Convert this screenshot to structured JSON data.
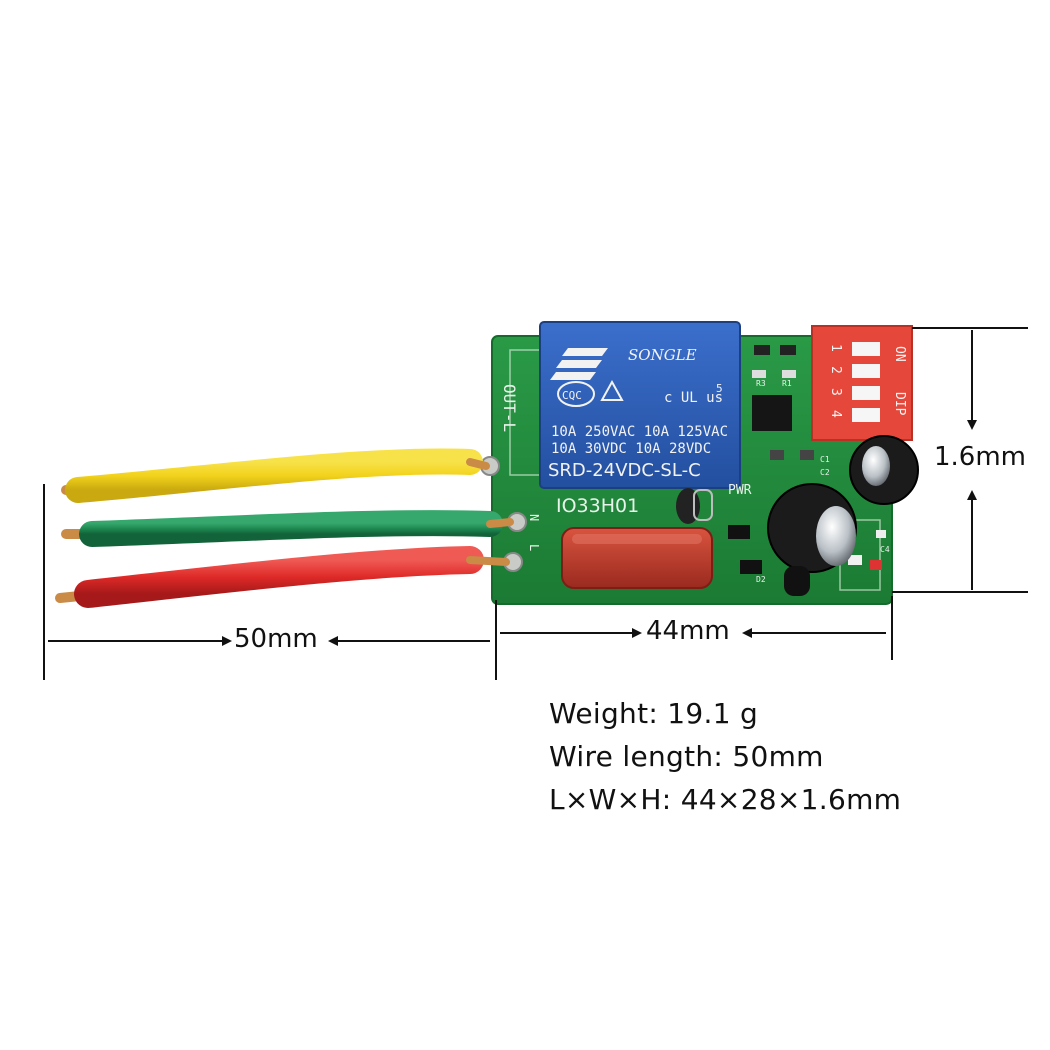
{
  "relay": {
    "brand": "SONGLE",
    "cert_cqc": "CQC",
    "cert_ul": "c UL us",
    "cert_ul_sub": "5",
    "rating_line1": "10A 250VAC  10A 125VAC",
    "rating_line2": "10A  30VDC  10A  28VDC",
    "model": "SRD-24VDC-SL-C"
  },
  "board": {
    "out_label": "OUT-L",
    "part_code": "IO33H01",
    "pwr_label": "PWR",
    "n_label": "N",
    "l_label": "L",
    "refs": [
      "R3",
      "R1",
      "C1",
      "C2",
      "C4",
      "D2"
    ]
  },
  "dip_switch": {
    "on_label": "ON",
    "dip_label": "DIP",
    "positions": [
      "1",
      "2",
      "3",
      "4"
    ]
  },
  "dimensions": {
    "wire": "50mm",
    "board_length": "44mm",
    "height": "1.6mm"
  },
  "specs": {
    "weight_label": "Weight:",
    "weight_value": "19.1 g",
    "wire_label": "Wire length:",
    "wire_value": "50mm",
    "size_label": "L×W×H:",
    "size_value": "44×28×1.6mm"
  },
  "colors": {
    "pcb": "#1f8a3a",
    "relay": "#2f5fb8",
    "dip": "#e5473a",
    "wire_yellow": "#f2d21b",
    "wire_green": "#1e8a52",
    "wire_red": "#de2a28",
    "capacitor_x2": "#c23a2a"
  }
}
